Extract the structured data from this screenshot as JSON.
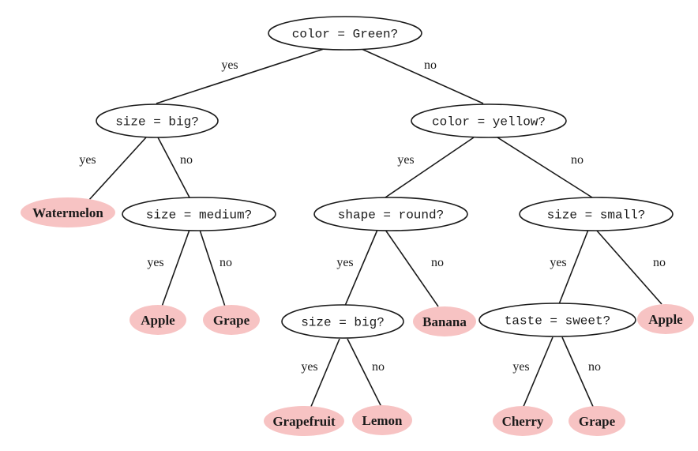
{
  "tree": {
    "question": "color = Green?",
    "yes_label": "yes",
    "no_label": "no",
    "yes": {
      "question": "size = big?",
      "yes_label": "yes",
      "no_label": "no",
      "yes": {
        "leaf": "Watermelon"
      },
      "no": {
        "question": "size = medium?",
        "yes_label": "yes",
        "no_label": "no",
        "yes": {
          "leaf": "Apple"
        },
        "no": {
          "leaf": "Grape"
        }
      }
    },
    "no": {
      "question": "color = yellow?",
      "yes_label": "yes",
      "no_label": "no",
      "yes": {
        "question": "shape = round?",
        "yes_label": "yes",
        "no_label": "no",
        "yes": {
          "question": "size = big?",
          "yes_label": "yes",
          "no_label": "no",
          "yes": {
            "leaf": "Grapefruit"
          },
          "no": {
            "leaf": "Lemon"
          }
        },
        "no": {
          "leaf": "Banana"
        }
      },
      "no": {
        "question": "size = small?",
        "yes_label": "yes",
        "no_label": "no",
        "yes": {
          "question": "taste = sweet?",
          "yes_label": "yes",
          "no_label": "no",
          "yes": {
            "leaf": "Cherry"
          },
          "no": {
            "leaf": "Grape"
          }
        },
        "no": {
          "leaf": "Apple"
        }
      }
    }
  }
}
